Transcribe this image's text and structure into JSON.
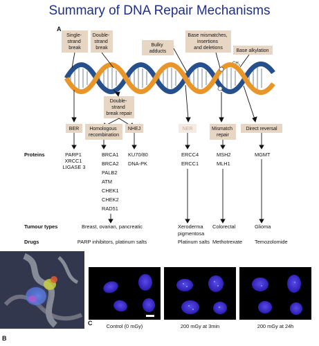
{
  "title": "Summary of DNA Repair Mechanisms",
  "panels": {
    "a": "A",
    "b": "B",
    "c": "C"
  },
  "damage_types": {
    "single_strand": [
      "Single-",
      "strand",
      "break"
    ],
    "double_strand": [
      "Double-",
      "strand",
      "break"
    ],
    "bulky": [
      "Bulky",
      "adducts"
    ],
    "mismatch": [
      "Base mismatches,",
      "insertions",
      "and deletions"
    ],
    "alkylation": "Base alkylation",
    "ch3": "CH",
    "ch3_sub": "3"
  },
  "pathways": {
    "dsb_repair": [
      "Double-",
      "strand",
      "break repair"
    ],
    "ber": "BER",
    "hr": [
      "Homologous",
      "recombination"
    ],
    "nhej": "NHEJ",
    "ner": "NER",
    "mmr": [
      "Mismatch",
      "repair"
    ],
    "direct": "Direct reversal"
  },
  "row_labels": {
    "proteins": "Proteins",
    "tumour": "Tumour types",
    "drugs": "Drugs"
  },
  "proteins": {
    "ber": [
      "PARP1",
      "XRCC1",
      "LIGASE 3"
    ],
    "hr": [
      "BRCA1",
      "BRCA2",
      "PALB2",
      "ATM",
      "CHEK1",
      "CHEK2",
      "RAD51"
    ],
    "nhej": [
      "KU70/80",
      "DNA-PK"
    ],
    "ner": [
      "ERCC4",
      "ERCC1"
    ],
    "mmr": [
      "MSH2",
      "MLH1"
    ],
    "direct": [
      "MGMT"
    ]
  },
  "tumours": {
    "brca": "Breast, ovarian, pancreatic",
    "xp": [
      "Xeroderma",
      "pigmentosa"
    ],
    "colorectal": "Colorectal",
    "glioma": "Glioma"
  },
  "drugs": {
    "parp": "PARP inhibitors, platinum salts",
    "platinum": "Platinum salts",
    "methotrexate": "Methotrexate",
    "temozolomide": "Temozolomide"
  },
  "micrographs": [
    "Control (0 mGy)",
    "200 mGy at 3min",
    "200 mGy at 24h"
  ],
  "colors": {
    "title": "#1e2f8a",
    "box": "#e8d6c4",
    "ner_text": "#c8a896",
    "helix_orange": "#e8962a",
    "helix_blue": "#26508c",
    "nucleus": "#3a2bc8"
  }
}
